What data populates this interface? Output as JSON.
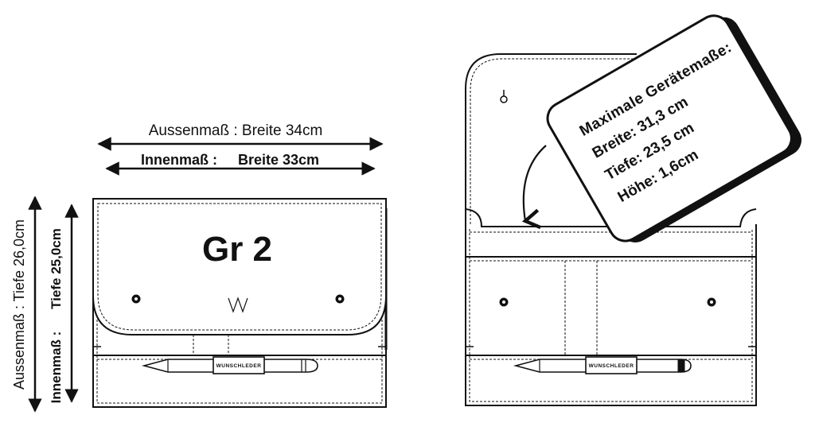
{
  "dimensions": {
    "outer_width": "Aussenmaß : Breite 34cm",
    "inner_width_label": "Innenmaß :",
    "inner_width_value": "Breite 33cm",
    "outer_depth": "Aussenmaß : Tiefe 26,0cm",
    "inner_depth_label": "Innenmaß :",
    "inner_depth_value": "Tiefe 25,0cm"
  },
  "bag_closed": {
    "size_label": "Gr 2",
    "logo": "W",
    "pen_brand": "WUNSCHLEDER"
  },
  "bag_open": {
    "pen_brand": "WUNSCHLEDER"
  },
  "device_card": {
    "line1": "Maximale Gerätemaße:",
    "line2": "Breite: 31,3 cm",
    "line3": "Tiefe: 23,5 cm",
    "line4": "Höhe: 1,6cm"
  },
  "colors": {
    "stroke": "#111111",
    "background": "#ffffff"
  }
}
